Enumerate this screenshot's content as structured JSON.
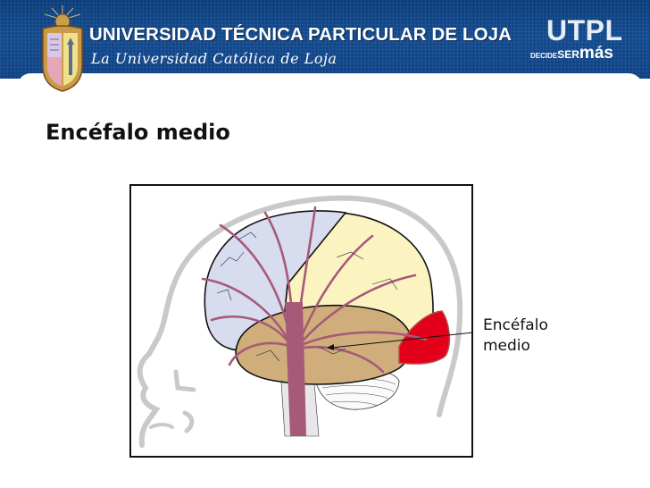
{
  "header": {
    "university_name": "UNIVERSIDAD TÉCNICA PARTICULAR DE LOJA",
    "tagline": "La Universidad Católica de Loja",
    "brand": "UTPL",
    "slogan": {
      "part1": "DECIDE",
      "part2": "SER",
      "part3": "más"
    },
    "crest_icon": "university-crest-icon",
    "colors": {
      "banner": "#124a8e",
      "banner_dark": "#0b3d7a"
    }
  },
  "slide": {
    "title": "Encéfalo medio",
    "figure": {
      "description": "Sagittal brain illustration inside head outline",
      "highlight_color": "#e3001b",
      "regions": {
        "frontal": "#d7dcef",
        "parietal": "#fcf4c0",
        "temporal": "#cfae7c",
        "occipital_highlight": "#e3001b",
        "brainstem": "#a65a78"
      }
    },
    "callout": {
      "line1": "Encéfalo",
      "line2": "medio"
    }
  }
}
